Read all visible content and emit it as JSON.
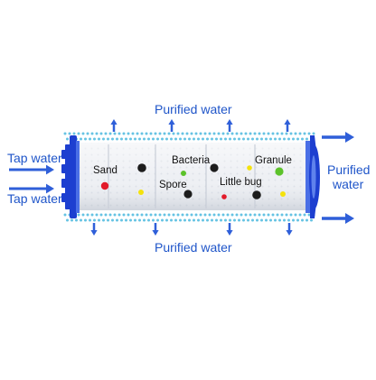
{
  "labels": {
    "purified_top": "Purified water",
    "purified_bottom": "Purified water",
    "purified_right_line1": "Purified",
    "purified_right_line2": "water",
    "tap_water_top": "Tap water",
    "tap_water_bottom": "Tap water"
  },
  "contaminants": {
    "sand": "Sand",
    "bacteria": "Bacteria",
    "granule": "Granule",
    "spore": "Spore",
    "little_bug": "Little bug"
  },
  "colors": {
    "label_blue": "#1f55c9",
    "arrow_blue": "#2f5fd9",
    "dot_border": "#66c3e3",
    "cap_blue": "#1d3fd0",
    "cartridge_fill": "#eef0f4",
    "contaminant_black": "#1c1c1c",
    "contaminant_red": "#e21a2a",
    "contaminant_yellow": "#f4e20c",
    "contaminant_green": "#5cc22a"
  }
}
